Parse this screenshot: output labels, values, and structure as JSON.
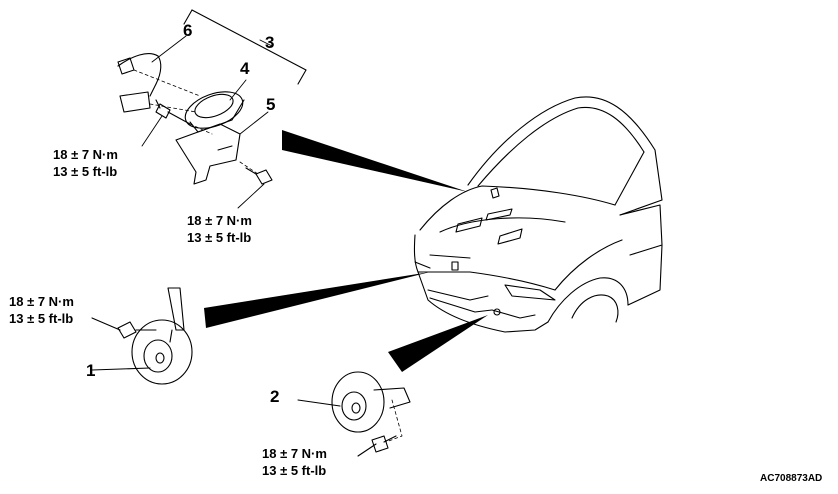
{
  "callouts": {
    "c1": "1",
    "c2": "2",
    "c3": "3",
    "c4": "4",
    "c5": "5",
    "c6": "6"
  },
  "torque": {
    "nm": "18 ± 7 N·m",
    "ftlb": "13 ± 5 ft-lb"
  },
  "figure_ref": "AC708873AD"
}
